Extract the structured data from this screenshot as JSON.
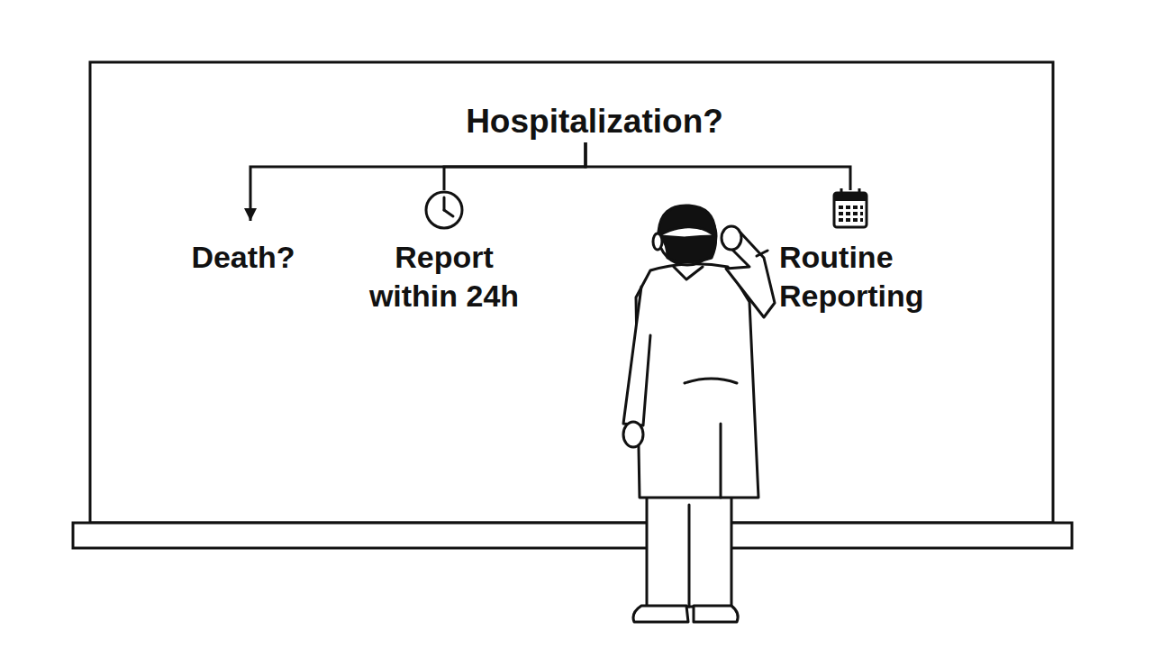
{
  "diagram": {
    "nodes": [
      {
        "text": [
          "Hospitalization?"
        ]
      },
      {
        "text": [
          "Death?"
        ]
      },
      {
        "text": [
          "Report within 24h"
        ]
      },
      {
        "text": [
          "Routine Reporting"
        ]
      }
    ],
    "edges": [
      {
        "from": 0,
        "to": 1,
        "arrow": "to"
      },
      {
        "from": 0,
        "to": 2,
        "arrow": "none"
      },
      {
        "from": 0,
        "to": 3,
        "arrow": "none"
      }
    ]
  }
}
